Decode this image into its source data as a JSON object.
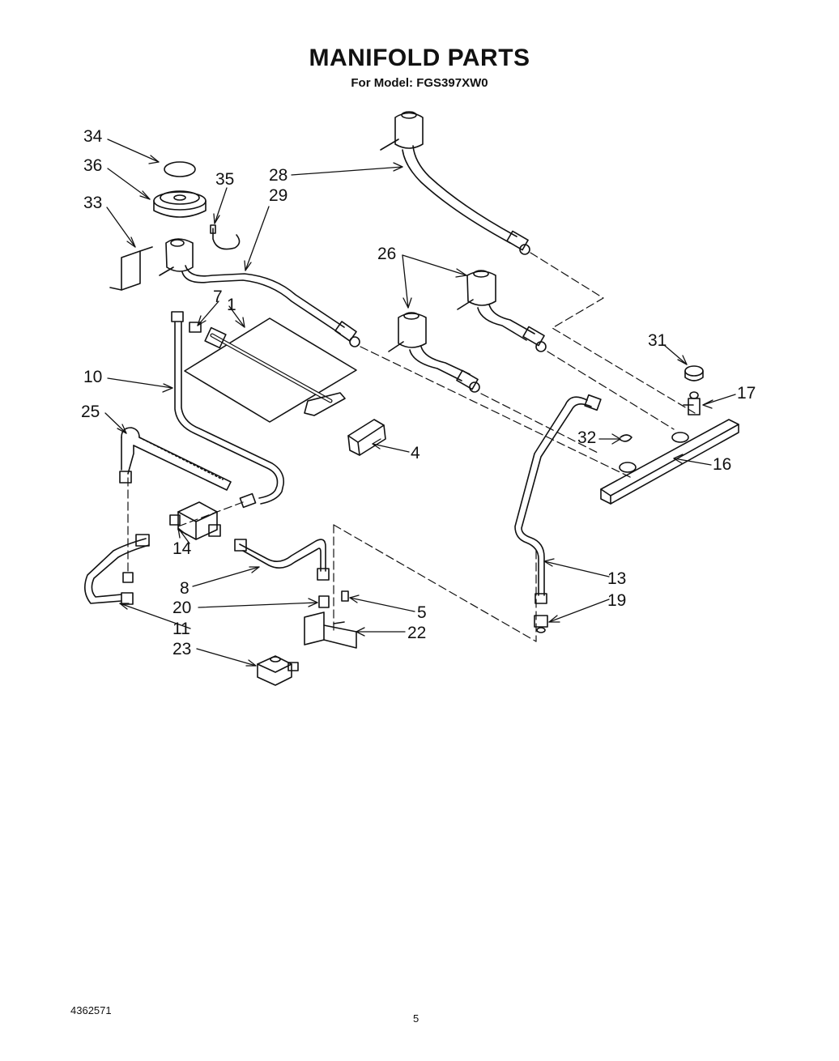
{
  "header": {
    "title": "MANIFOLD PARTS",
    "model_line": "For Model: FGS397XW0"
  },
  "diagram": {
    "part_numbers": {
      "p1": "1",
      "p4": "4",
      "p5": "5",
      "p7": "7",
      "p8": "8",
      "p10": "10",
      "p11": "11",
      "p13": "13",
      "p14": "14",
      "p16": "16",
      "p17": "17",
      "p19": "19",
      "p20": "20",
      "p22": "22",
      "p23": "23",
      "p25": "25",
      "p26": "26",
      "p28": "28",
      "p29": "29",
      "p31": "31",
      "p32": "32",
      "p33": "33",
      "p34": "34",
      "p35": "35",
      "p36": "36"
    }
  },
  "footer": {
    "doc_number": "4362571",
    "page_number": "5"
  }
}
